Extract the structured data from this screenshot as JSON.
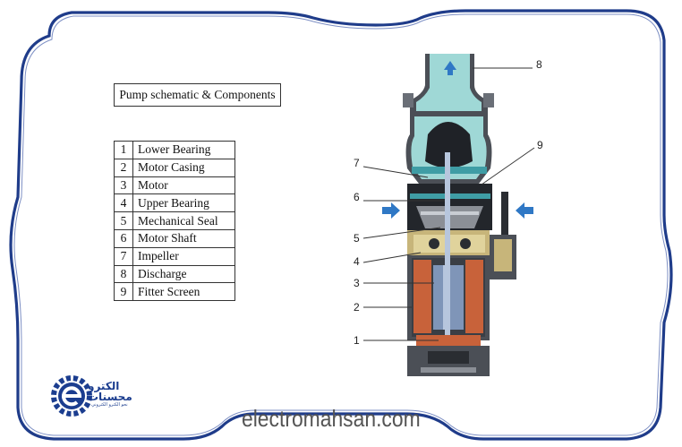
{
  "title": "Pump schematic & Components",
  "components": [
    {
      "num": "1",
      "name": "Lower Bearing"
    },
    {
      "num": "2",
      "name": "Motor Casing"
    },
    {
      "num": "3",
      "name": "Motor"
    },
    {
      "num": "4",
      "name": "Upper Bearing"
    },
    {
      "num": "5",
      "name": "Mechanical Seal"
    },
    {
      "num": "6",
      "name": "Motor Shaft"
    },
    {
      "num": "7",
      "name": "Impeller"
    },
    {
      "num": "8",
      "name": "Discharge"
    },
    {
      "num": "9",
      "name": "Fitter Screen"
    }
  ],
  "callouts": {
    "c1": "1",
    "c2": "2",
    "c3": "3",
    "c4": "4",
    "c5": "5",
    "c6": "6",
    "c7": "7",
    "c8": "8",
    "c9": "9"
  },
  "website": "electromahsan.com",
  "logo": {
    "text_line1": "الكترو",
    "text_line2": "محسنات",
    "tagline": "نحو الكترو الكتروني"
  },
  "colors": {
    "frame": "#1f3c8a",
    "water": "#9fd8d6",
    "casing": "#4b4f56",
    "rotor": "#7f95b8",
    "stator": "#c8623a",
    "arrow": "#2f78c5"
  }
}
